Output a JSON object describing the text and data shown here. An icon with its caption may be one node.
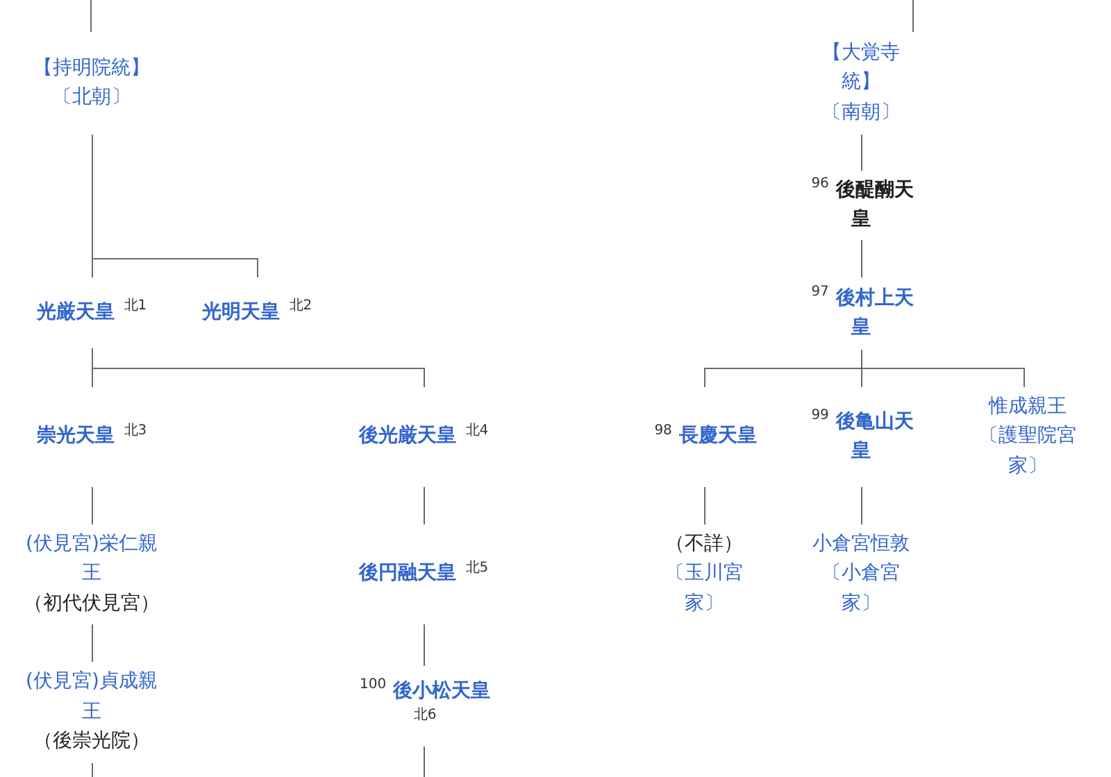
{
  "diagram": {
    "nodes": [
      {
        "text": [
          "【持明院統】",
          "〔北朝〕"
        ]
      },
      {
        "text": [
          "【大覚寺統】",
          "〔南朝〕"
        ]
      },
      {
        "text": [
          "$^{96}$ 後醍醐天皇"
        ]
      },
      {
        "text": [
          "光厳天皇 $^{北1}$"
        ]
      },
      {
        "text": [
          "光明天皇 $^{北2}$"
        ]
      },
      {
        "text": [
          "$^{97}$ 後村上天皇"
        ]
      },
      {
        "text": [
          "崇光天皇 $^{北3}$"
        ]
      },
      {
        "text": [
          "後光厳天皇 $^{北4}$"
        ]
      },
      {
        "text": [
          "$^{98}$ 長慶天皇"
        ]
      },
      {
        "text": [
          "$^{99}$ 後亀山天皇"
        ]
      },
      {
        "text": [
          "惟成親王",
          "〔護聖院宮家〕"
        ]
      },
      {
        "text": [
          "(伏見宮)栄仁親王",
          "（初代伏見宮）"
        ]
      },
      {
        "text": [
          "後円融天皇 $^{北5}$"
        ]
      },
      {
        "text": [
          "（不詳）",
          "〔玉川宮家〕"
        ]
      },
      {
        "text": [
          "小倉宮恒敦",
          "〔小倉宮家〕"
        ]
      },
      {
        "text": [
          "(伏見宮)貞成親王",
          "（後崇光院）"
        ]
      },
      {
        "text": [
          "$^{100}$ 後小松天皇$^{北6}$"
        ]
      }
    ],
    "edges": [
      {
        "from": null,
        "to": 0,
        "arrow": "none"
      },
      {
        "from": null,
        "to": 1,
        "arrow": "none"
      },
      {
        "from": 0,
        "to": 3,
        "arrow": "none"
      },
      {
        "from": 0,
        "to": 4,
        "arrow": "none"
      },
      {
        "from": 1,
        "to": 2,
        "arrow": "none"
      },
      {
        "from": 2,
        "to": 5,
        "arrow": "none"
      },
      {
        "from": 3,
        "to": 6,
        "arrow": "none"
      },
      {
        "from": 3,
        "to": 7,
        "arrow": "none"
      },
      {
        "from": 5,
        "to": 8,
        "arrow": "none"
      },
      {
        "from": 5,
        "to": 9,
        "arrow": "none"
      },
      {
        "from": 5,
        "to": 10,
        "arrow": "none"
      },
      {
        "from": 6,
        "to": 11,
        "arrow": "none"
      },
      {
        "from": 7,
        "to": 12,
        "arrow": "none"
      },
      {
        "from": 8,
        "to": 13,
        "arrow": "none"
      },
      {
        "from": 9,
        "to": 14,
        "arrow": "none"
      },
      {
        "from": 11,
        "to": 15,
        "arrow": "none"
      },
      {
        "from": 12,
        "to": 16,
        "arrow": "none"
      },
      {
        "from": 15,
        "to": null,
        "arrow": "none"
      },
      {
        "from": 16,
        "to": null,
        "arrow": "none"
      }
    ]
  }
}
